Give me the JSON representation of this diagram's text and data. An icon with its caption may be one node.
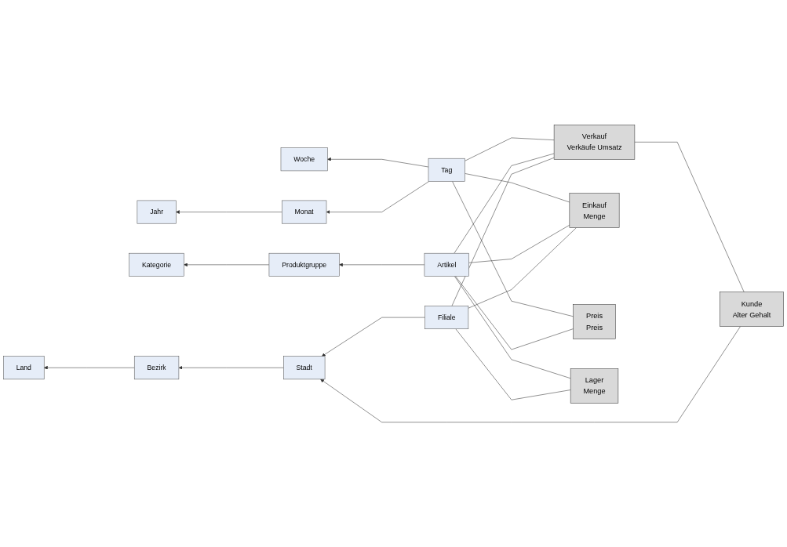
{
  "diagram": {
    "nodes": [
      {
        "text": [
          "Land"
        ]
      },
      {
        "text": [
          "Bezirk"
        ]
      },
      {
        "text": [
          "Stadt"
        ]
      },
      {
        "text": [
          "Filiale"
        ]
      },
      {
        "text": [
          "Kategorie"
        ]
      },
      {
        "text": [
          "Produktgruppe"
        ]
      },
      {
        "text": [
          "Artikel"
        ]
      },
      {
        "text": [
          "Jahr"
        ]
      },
      {
        "text": [
          "Monat"
        ]
      },
      {
        "text": [
          "Tag"
        ]
      },
      {
        "text": [
          "Woche"
        ]
      },
      {
        "text": [
          "Kunde",
          "Alter Gehalt"
        ]
      },
      {
        "text": [
          "Verkauf",
          "Verkäufe Umsatz"
        ]
      },
      {
        "text": [
          "Einkauf",
          "Menge"
        ]
      },
      {
        "text": [
          "Preis",
          "Preis"
        ]
      },
      {
        "text": [
          "Lager",
          "Menge"
        ]
      }
    ],
    "edges": [
      {
        "from": 11,
        "to": 2,
        "arrow": "to"
      },
      {
        "from": 1,
        "to": 0,
        "arrow": "to"
      },
      {
        "from": 2,
        "to": 1,
        "arrow": "to"
      },
      {
        "from": 3,
        "to": 2,
        "arrow": "to"
      },
      {
        "from": 11,
        "to": 12,
        "arrow": "none"
      },
      {
        "from": 12,
        "to": 3,
        "arrow": "none"
      },
      {
        "from": 13,
        "to": 3,
        "arrow": "none"
      },
      {
        "from": 15,
        "to": 3,
        "arrow": "none"
      },
      {
        "from": 12,
        "to": 6,
        "arrow": "none"
      },
      {
        "from": 13,
        "to": 6,
        "arrow": "none"
      },
      {
        "from": 14,
        "to": 6,
        "arrow": "none"
      },
      {
        "from": 15,
        "to": 6,
        "arrow": "none"
      },
      {
        "from": 5,
        "to": 4,
        "arrow": "to"
      },
      {
        "from": 6,
        "to": 5,
        "arrow": "to"
      },
      {
        "from": 12,
        "to": 9,
        "arrow": "none"
      },
      {
        "from": 13,
        "to": 9,
        "arrow": "none"
      },
      {
        "from": 14,
        "to": 9,
        "arrow": "none"
      },
      {
        "from": 9,
        "to": 8,
        "arrow": "to"
      },
      {
        "from": 8,
        "to": 7,
        "arrow": "to"
      },
      {
        "from": 9,
        "to": 10,
        "arrow": "to"
      }
    ]
  }
}
